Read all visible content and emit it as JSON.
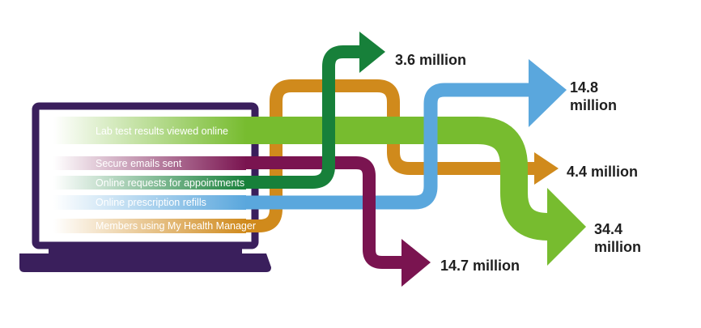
{
  "colors": {
    "laptop": "#3a1f5c",
    "lab": "#77bc2f",
    "emails": "#7a1450",
    "appointments": "#17803a",
    "prescriptions": "#5aa7dd",
    "members": "#d08a1c"
  },
  "icons": {
    "laptop": "laptop-icon"
  },
  "streams": [
    {
      "id": "lab",
      "label": "Lab test results viewed online",
      "value_lines": [
        "34.4",
        "million"
      ]
    },
    {
      "id": "emails",
      "label": "Secure emails sent",
      "value_lines": [
        "14.7 million"
      ]
    },
    {
      "id": "appointments",
      "label": "Online requests for appointments",
      "value_lines": [
        "3.6 million"
      ]
    },
    {
      "id": "prescriptions",
      "label": "Online prescription refills",
      "value_lines": [
        "14.8",
        "million"
      ]
    },
    {
      "id": "members",
      "label": "Members using My Health Manager",
      "value_lines": [
        "4.4 million"
      ]
    }
  ]
}
